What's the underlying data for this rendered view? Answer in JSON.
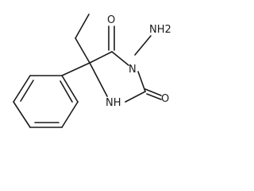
{
  "molecule": {
    "atoms": {
      "o_top": "O",
      "nh2": "NH2",
      "n3": "N",
      "o_right": "O",
      "nh": "NH"
    }
  }
}
